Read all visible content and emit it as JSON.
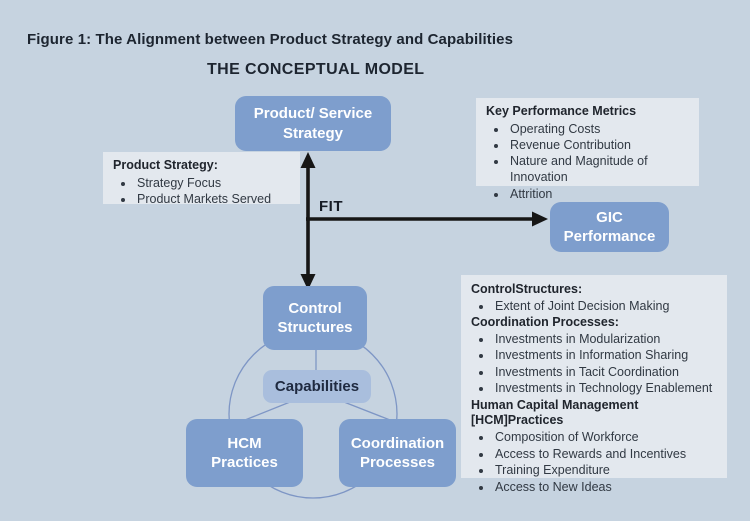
{
  "figure": {
    "title": "Figure 1: The Alignment between Product Strategy and Capabilities",
    "subtitle": "THE CONCEPTUAL MODEL"
  },
  "nodes": {
    "product_service": {
      "line1": "Product/ Service",
      "line2": "Strategy"
    },
    "gic": {
      "line1": "GIC",
      "line2": "Performance"
    },
    "control_structures": {
      "line1": "Control",
      "line2": "Structures"
    },
    "capabilities": {
      "label": "Capabilities"
    },
    "hcm": {
      "line1": "HCM",
      "line2": "Practices"
    },
    "coordination": {
      "line1": "Coordination",
      "line2": "Processes"
    }
  },
  "fit_label": "FIT",
  "info_boxes": {
    "product_strategy": {
      "title": "Product Strategy:",
      "items": [
        "Strategy Focus",
        "Product Markets Served"
      ]
    },
    "key_performance": {
      "title": "Key Performance Metrics",
      "items": [
        "Operating Costs",
        "Revenue Contribution",
        "Nature and Magnitude of Innovation",
        "Attrition"
      ]
    },
    "capabilities_detail": {
      "sections": [
        {
          "heading": "ControlStructures:",
          "items": [
            "Extent of Joint Decision Making"
          ]
        },
        {
          "heading": "Coordination Processes:",
          "items": [
            "Investments in Modularization",
            "Investments in Information Sharing",
            "Investments in Tacit Coordination",
            "Investments in Technology Enablement"
          ]
        },
        {
          "heading": "Human Capital Management",
          "heading2": "[HCM]Practices",
          "items": [
            "Composition of Workforce",
            "Access to Rewards and Incentives",
            "Training Expenditure",
            "Access to New Ideas"
          ]
        }
      ]
    }
  },
  "colors": {
    "background": "#c6d3e0",
    "node_fill": "#7e9ecd",
    "capabilities_fill": "#a9bedd",
    "info_fill": "#e3e8ee",
    "arrow": "#161616",
    "circle_line": "#7e96c5",
    "dark_text": "#1d2530"
  }
}
